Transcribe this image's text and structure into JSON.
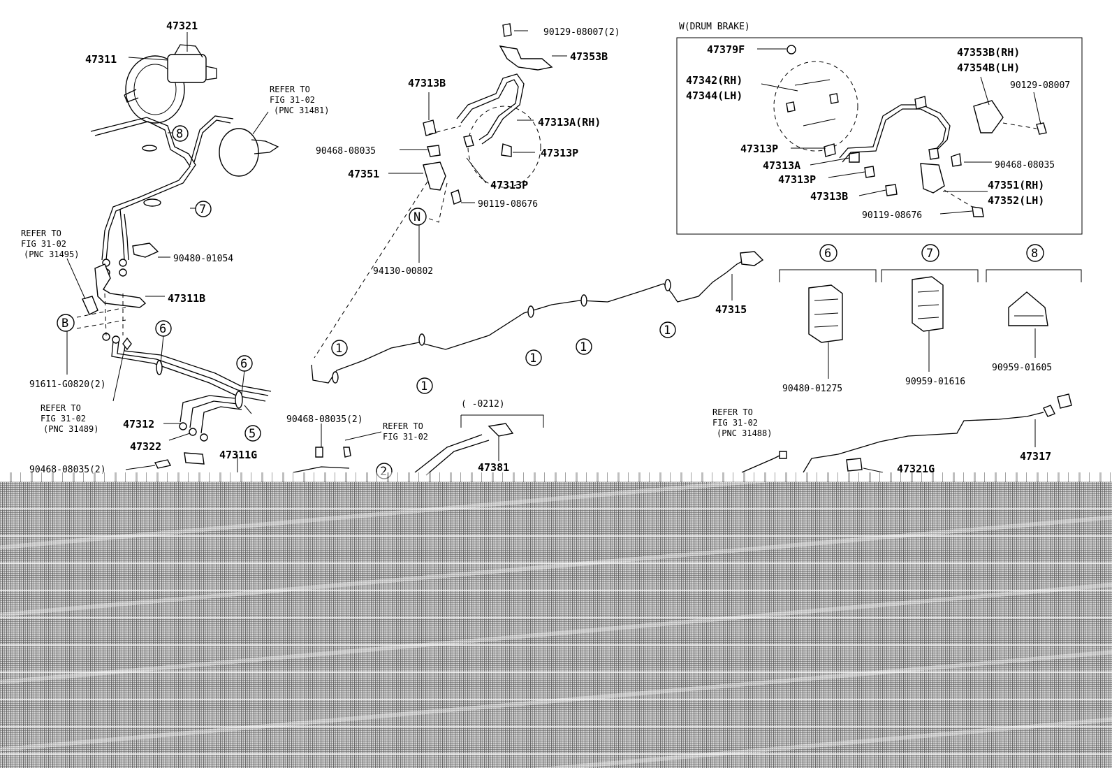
{
  "labels": {
    "p47321": "47321",
    "p47311": "47311",
    "refer_31481_l1": "REFER TO",
    "refer_31481_l2": "FIG 31-02",
    "refer_31481_l3": "(PNC 31481)",
    "p90129_08007_2": "90129-08007(2)",
    "p47353B": "47353B",
    "p47313B": "47313B",
    "p47313A_RH": "47313A(RH)",
    "p90468_08035_a": "90468-08035",
    "p47313P_a": "47313P",
    "p47351": "47351",
    "p47313P_b": "47313P",
    "p90119_08676_a": "90119-08676",
    "refer_31495_l1": "REFER TO",
    "refer_31495_l2": "FIG 31-02",
    "refer_31495_l3": "(PNC 31495)",
    "p90480_01054": "90480-01054",
    "p94130_00802": "94130-00802",
    "p47311B": "47311B",
    "p91611_G0820_2": "91611-G0820(2)",
    "refer_31489_l1": "REFER TO",
    "refer_31489_l2": "FIG 31-02",
    "refer_31489_l3": "(PNC 31489)",
    "p47312": "47312",
    "p47322": "47322",
    "p47311G": "47311G",
    "p90468_08035_2_a": "90468-08035(2)",
    "p90468_08035_2_b": "90468-08035(2)",
    "refer_3102_l1": "REFER TO",
    "refer_3102_l2": "FIG 31-02",
    "date_range": "(      -0212)",
    "p47381": "47381",
    "p47315": "47315",
    "refer_31488_l1": "REFER TO",
    "refer_31488_l2": "FIG 31-02",
    "refer_31488_l3": "(PNC 31488)",
    "p47321G": "47321G",
    "p47317": "47317",
    "drum_title": "W(DRUM BRAKE)",
    "d_47379F": "47379F",
    "d_47342_RH": "47342(RH)",
    "d_47344_LH": "47344(LH)",
    "d_47353B_RH": "47353B(RH)",
    "d_47354B_LH": "47354B(LH)",
    "d_90129_08007": "90129-08007",
    "d_47313P_a": "47313P",
    "d_47313A": "47313A",
    "d_47313P_b": "47313P",
    "d_47313B": "47313B",
    "d_90468_08035": "90468-08035",
    "d_47351_RH": "47351(RH)",
    "d_47352_LH": "47352(LH)",
    "d_90119_08676": "90119-08676",
    "clip6_part": "90480-01275",
    "clip7_part": "90959-01616",
    "clip8_part": "90959-01605"
  },
  "callouts": {
    "c1": "1",
    "c2": "2",
    "c5": "5",
    "c6": "6",
    "c7": "7",
    "c8": "8",
    "cB": "B",
    "cN": "N"
  }
}
